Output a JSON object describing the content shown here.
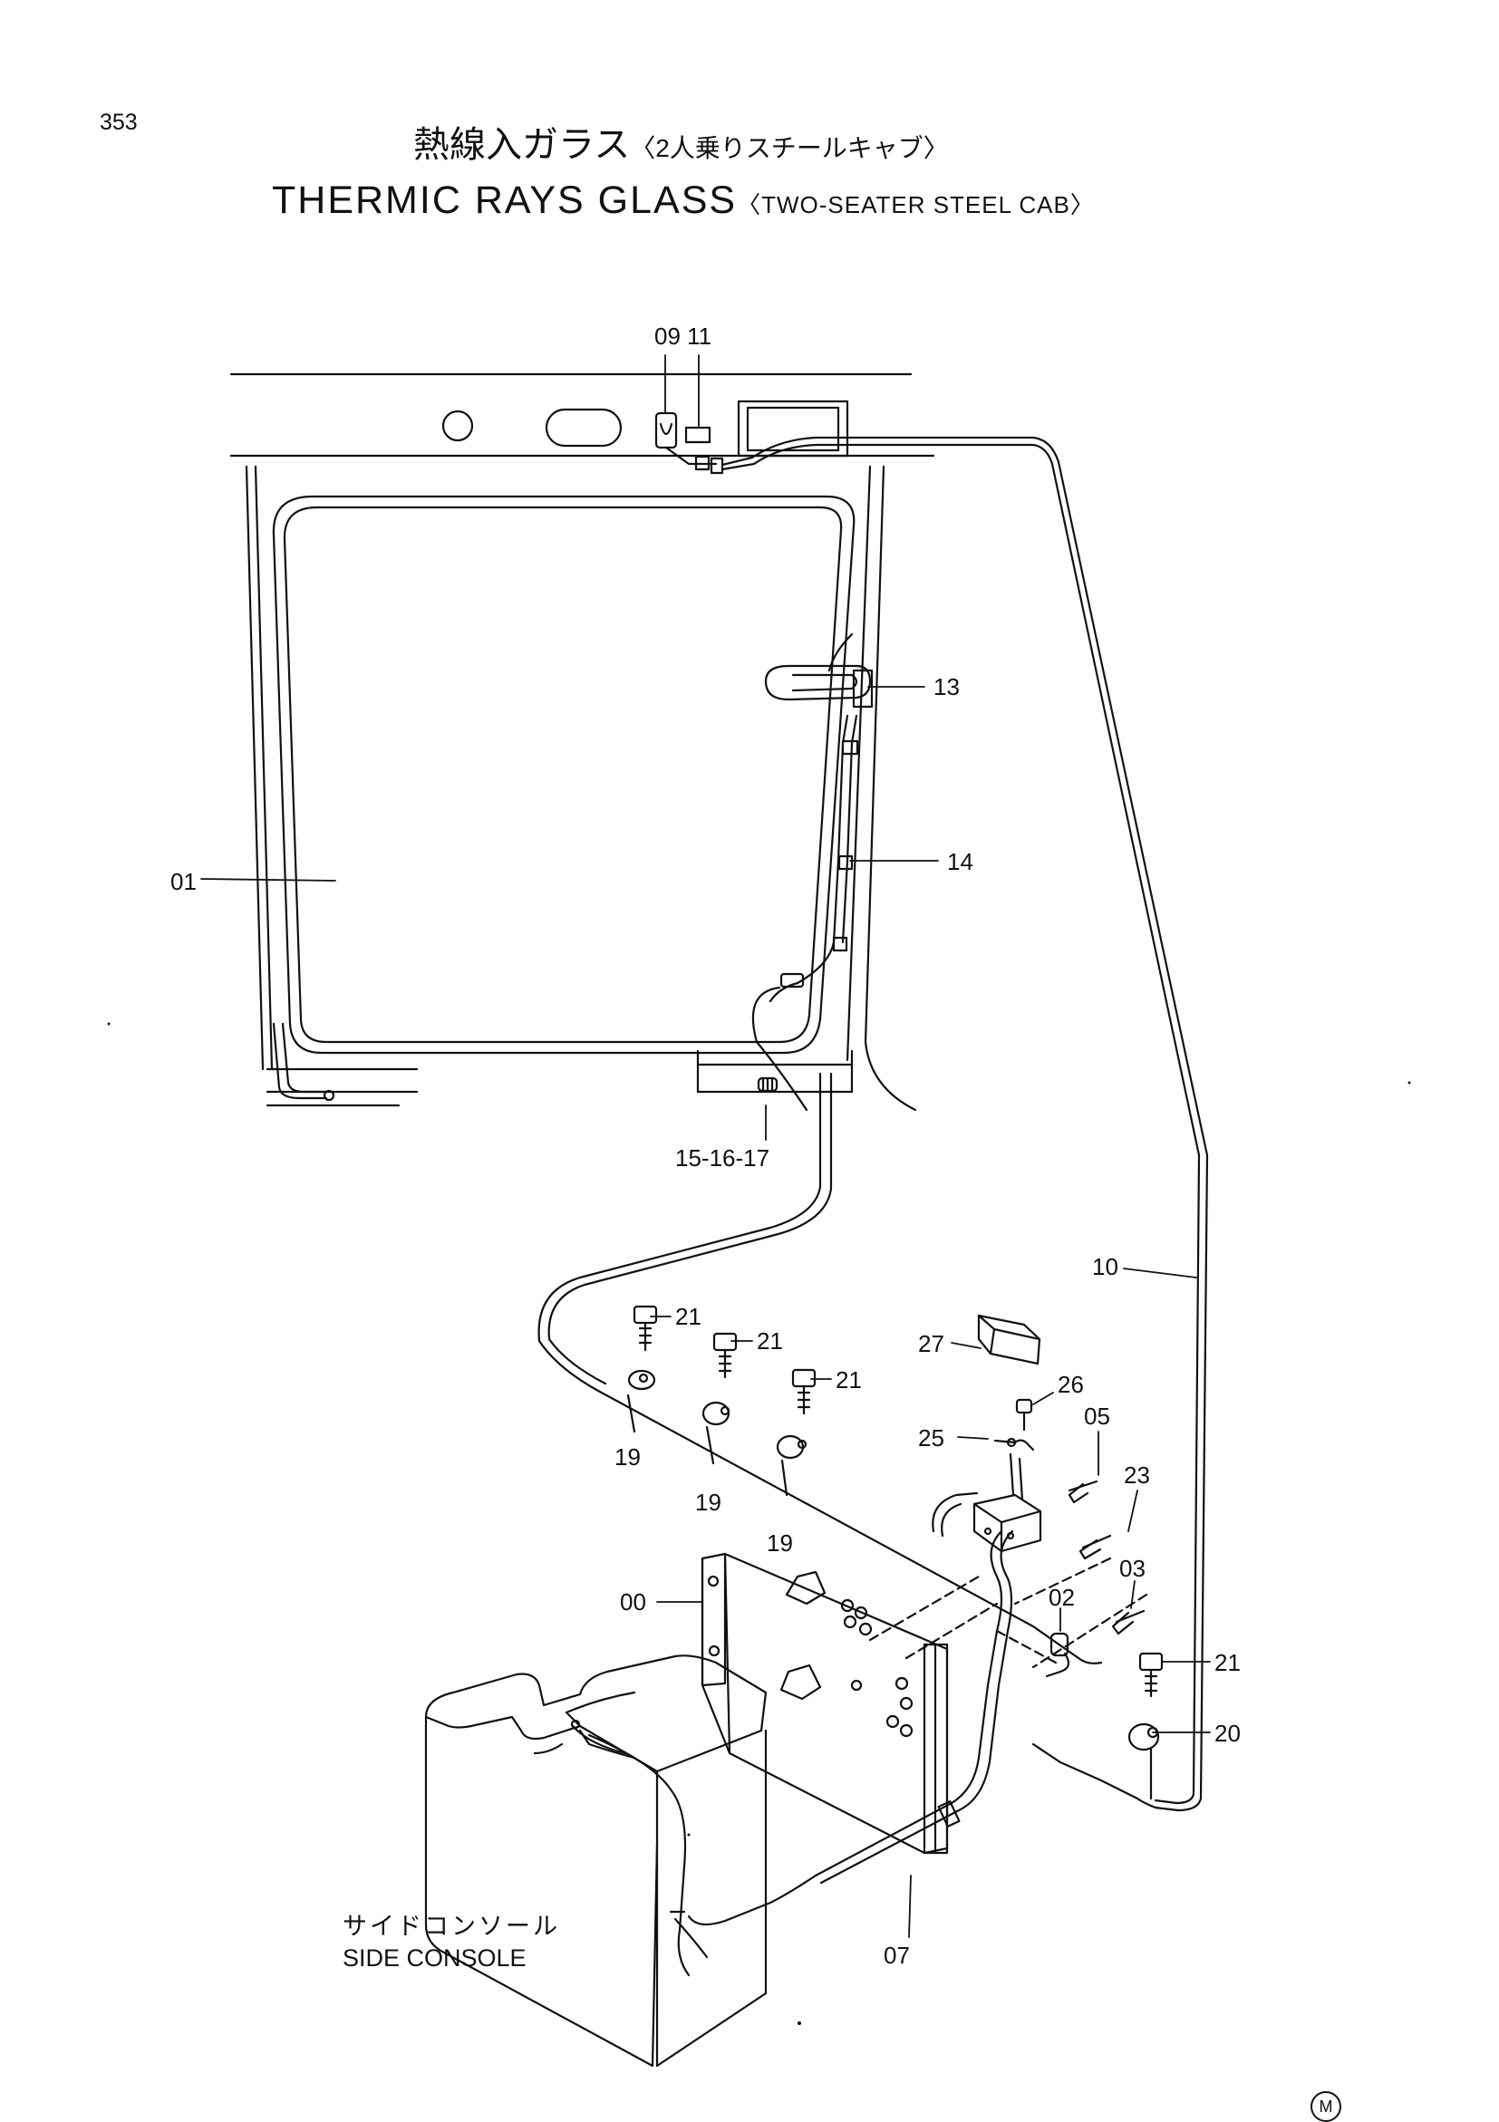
{
  "page": {
    "number": "353",
    "title_ja": "熱線入ガラス",
    "subtitle_ja": "〈2人乗りスチールキャブ〉",
    "title_en": "THERMIC  RAYS  GLASS",
    "subtitle_en": "〈TWO-SEATER  STEEL  CAB〉",
    "side_console_ja": "サイドコンソール",
    "side_console_en": "SIDE CONSOLE",
    "mark": "M"
  },
  "callouts": {
    "c0911": "09 11",
    "c13": "13",
    "c14": "14",
    "c01": "01",
    "c151617": "15-16-17",
    "c10": "10",
    "c21a": "21",
    "c21b": "21",
    "c21c": "21",
    "c19a": "19",
    "c19b": "19",
    "c19c": "19",
    "c27": "27",
    "c26": "26",
    "c25": "25",
    "c05": "05",
    "c23": "23",
    "c03": "03",
    "c02": "02",
    "c00": "00",
    "c21d": "21",
    "c20": "20",
    "c07": "07"
  }
}
